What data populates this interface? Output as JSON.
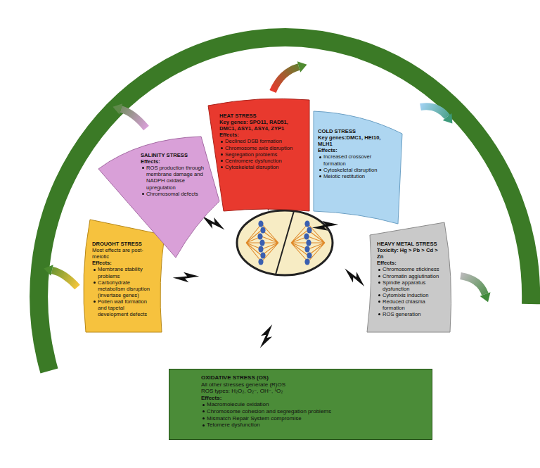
{
  "diagram": {
    "nodes": [
      {
        "text": [
          "DROUGHT STRESS",
          "Most effects are post-meiotic",
          "Effects:",
          "Membrane stability problems",
          "Carbohydrate metabolism disruption (invertase genes)",
          "Pollen wall formation and tapetal development defects"
        ]
      },
      {
        "text": [
          "SALINITY STRESS",
          "Effects:",
          "ROS production through membrane damage and NADPH oxidase upregulation",
          "Chromosomal defects"
        ]
      },
      {
        "text": [
          "HEAT STRESS",
          "Key genes: SPO11, RAD51, DMC1, ASY1, ASY4, ZYP1",
          "Effects:",
          "Declined DSB formation",
          "Chromosome axis disruption",
          "Segregation problems",
          "Centromere dysfunction",
          "Cytoskeletal disruption"
        ]
      },
      {
        "text": [
          "COLD STRESS",
          "Key genes:DMC1, HEI10, MLH1",
          "Effects:",
          "Increased crossover formation",
          "Cytoskeletal disruption",
          "Meiotic restitution"
        ]
      },
      {
        "text": [
          "HEAVY METAL STRESS",
          "Toxicity: Hg > Pb > Cd > Zn",
          "Effects:",
          "Chromosome stickiness",
          "Chromatin agglutination",
          "Spindle apparatus dysfunction",
          "Cytomixis induction",
          "Reduced chiasma formation",
          "ROS generation"
        ]
      },
      {
        "text": [
          "OXIDATIVE STRESS (OS)",
          "All other stresses generate (R)OS",
          "ROS types: H₂O₂, O₂⁻, OH⁻, ¹O₂",
          "Effects:",
          "Macromolecule oxidation",
          "Chromosome cohesion and segregation problems",
          "Mismatch Repair System compromise",
          "Telomere dysfunction"
        ]
      }
    ]
  }
}
